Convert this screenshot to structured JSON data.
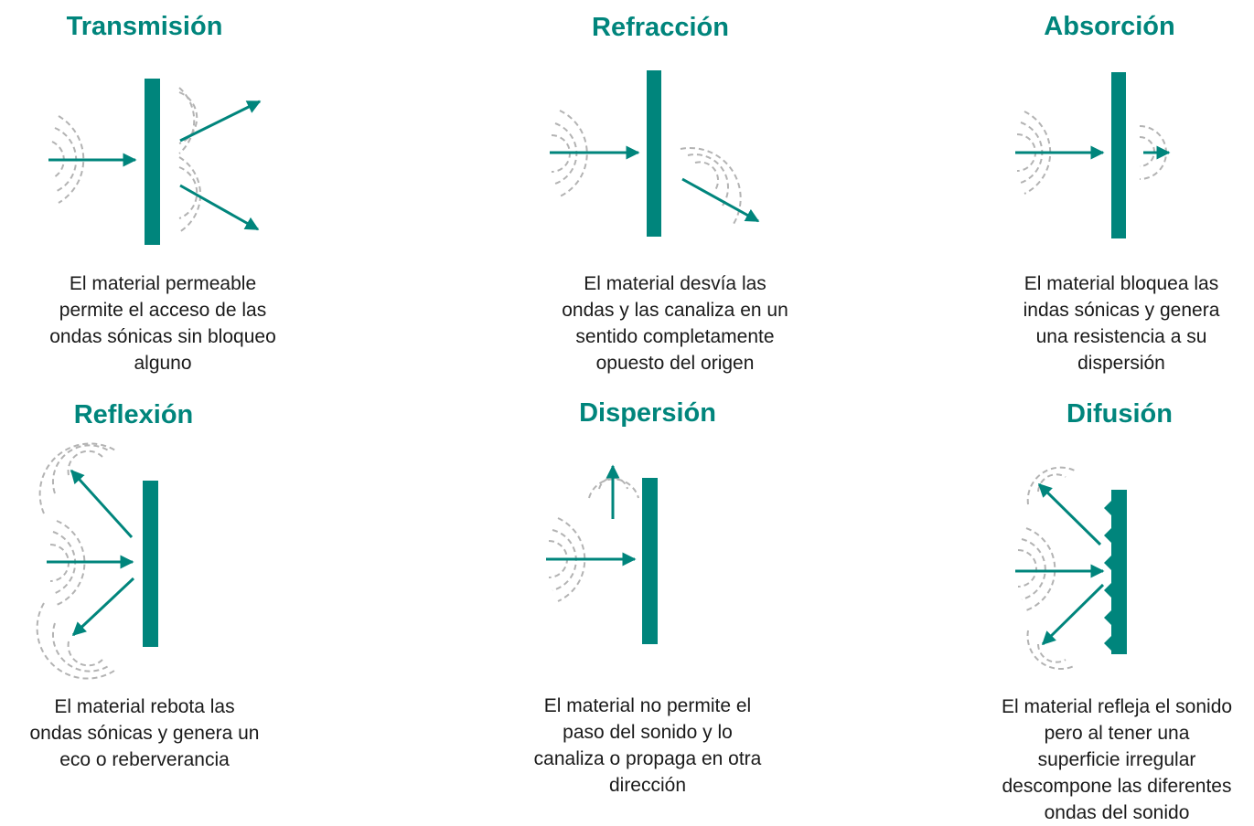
{
  "colors": {
    "accent": "#00857c",
    "wave": "#b3b3b3",
    "text": "#1a1a1a"
  },
  "panels": [
    {
      "id": "transmision",
      "title": "Transmisión",
      "description": [
        "El material permeable",
        "permite el acceso de las",
        "ondas sónicas sin bloqueo",
        "alguno"
      ]
    },
    {
      "id": "refraccion",
      "title": "Refracción",
      "description": [
        "El material desvía las",
        "ondas y las canaliza en un",
        "sentido completamente",
        "opuesto del origen"
      ]
    },
    {
      "id": "absorcion",
      "title": "Absorción",
      "description": [
        "El material bloquea las",
        "indas sónicas y genera",
        "una resistencia a su",
        "dispersión"
      ]
    },
    {
      "id": "reflexion",
      "title": "Reflexión",
      "description": [
        "El material rebota las",
        "ondas sónicas y genera un",
        "eco o reberverancia"
      ]
    },
    {
      "id": "dispersion",
      "title": "Dispersión",
      "description": [
        "El material no permite el",
        "paso del sonido y lo",
        "canaliza o propaga en otra",
        "dirección"
      ]
    },
    {
      "id": "difusion",
      "title": "Difusión",
      "description": [
        "El material refleja el sonido",
        "pero al tener una",
        "superficie irregular",
        "descompone las diferentes",
        "ondas del sonido"
      ]
    }
  ]
}
